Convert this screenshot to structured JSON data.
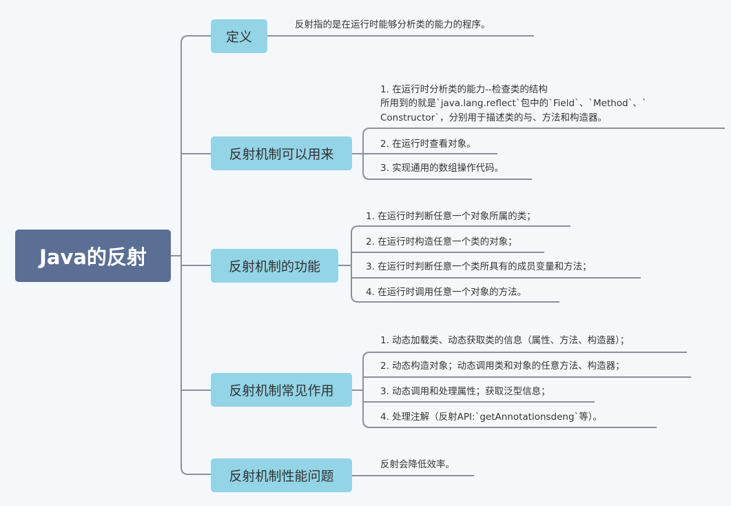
{
  "root": {
    "label": "Java的反射"
  },
  "branches": [
    {
      "label": "定义",
      "leaves": [
        "反射指的是在运行时能够分析类的能力的程序。"
      ]
    },
    {
      "label": "反射机制可以用来",
      "leaves": [
        [
          "1. 在运行时分析类的能力--检查类的结构",
          "所用到的就是`java.lang.reflect`包中的`Field`、`Method`、`",
          "Constructor`，分别用于描述类的与、方法和构造器。"
        ],
        "2. 在运行时查看对象。",
        "3. 实现通用的数组操作代码。"
      ]
    },
    {
      "label": "反射机制的功能",
      "leaves": [
        "1. 在运行时判断任意一个对象所属的类；",
        "2. 在运行时构造任意一个类的对象；",
        "3. 在运行时判断任意一个类所具有的成员变量和方法；",
        "4. 在运行时调用任意一个对象的方法。"
      ]
    },
    {
      "label": "反射机制常见作用",
      "leaves": [
        "1. 动态加载类、动态获取类的信息（属性、方法、构造器）；",
        "2. 动态构造对象；动态调用类和对象的任意方法、构造器；",
        "3. 动态调用和处理属性；获取泛型信息；",
        "4. 处理注解（反射API:`getAnnotationsdeng`等）。"
      ]
    },
    {
      "label": "反射机制性能问题",
      "leaves": [
        "反射会降低效率。"
      ]
    }
  ],
  "colors": {
    "root": "#5b6f95",
    "branch": "#93d4e6",
    "line": "#8a9099",
    "background": "#f5f8fb"
  }
}
